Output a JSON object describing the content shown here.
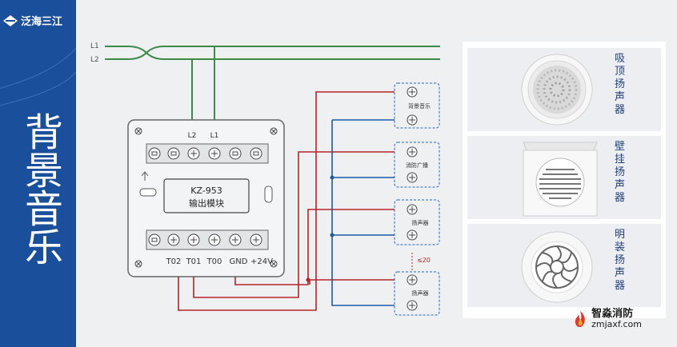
{
  "brand": {
    "name": "泛海三江"
  },
  "sidebar": {
    "title": "背景音乐"
  },
  "lines": {
    "l1": "L1",
    "l2": "L2"
  },
  "module": {
    "model": "KZ-953",
    "name": "输出模块",
    "top_labels": [
      "L2",
      "L1"
    ],
    "bottom_labels": [
      "T02",
      "T01",
      "T00",
      "GND",
      "+24V"
    ]
  },
  "boxes": [
    "背景音乐",
    "消防广播",
    "扬声器",
    "扬声器"
  ],
  "limit_note": "≤20",
  "products": [
    {
      "label": "吸顶扬声器"
    },
    {
      "label": "壁挂扬声器"
    },
    {
      "label": "明装扬声器"
    }
  ],
  "watermark": {
    "name": "智淼消防",
    "url": "zmjaxf.com"
  },
  "colors": {
    "sidebar": "#1a4f9c",
    "wire_green": "#3d8a4a",
    "wire_red": "#b3252a",
    "wire_blue": "#1a5aa8",
    "box_border": "#2a66b8"
  }
}
